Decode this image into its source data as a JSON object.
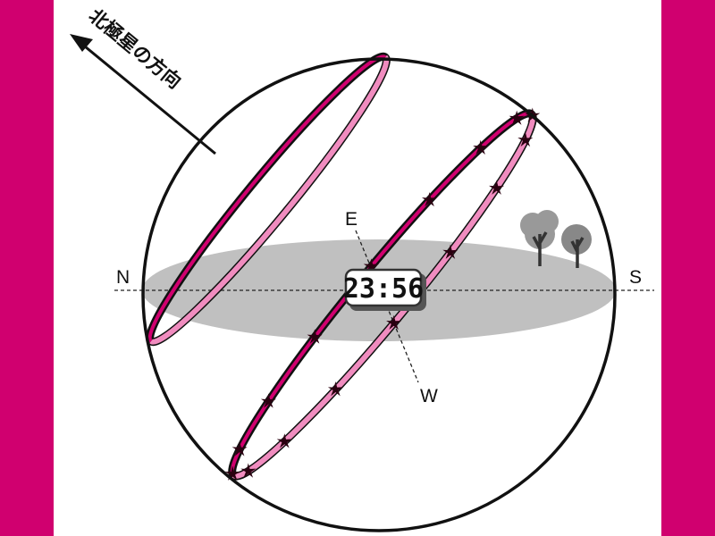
{
  "title_arrow": "北極星の方向",
  "directions": {
    "north": "N",
    "south": "S",
    "east": "E",
    "west": "W"
  },
  "clock": {
    "time": "23:56"
  },
  "colors": {
    "background": "#d0006f",
    "front_orbit": "#d0006f",
    "back_orbit": "#f08cbf",
    "horizon": "#c0c0c0",
    "tree": "#8a8a8a"
  },
  "icons": [
    "north-arrow-icon",
    "star-icon",
    "tree-icon",
    "digital-clock-icon"
  ]
}
